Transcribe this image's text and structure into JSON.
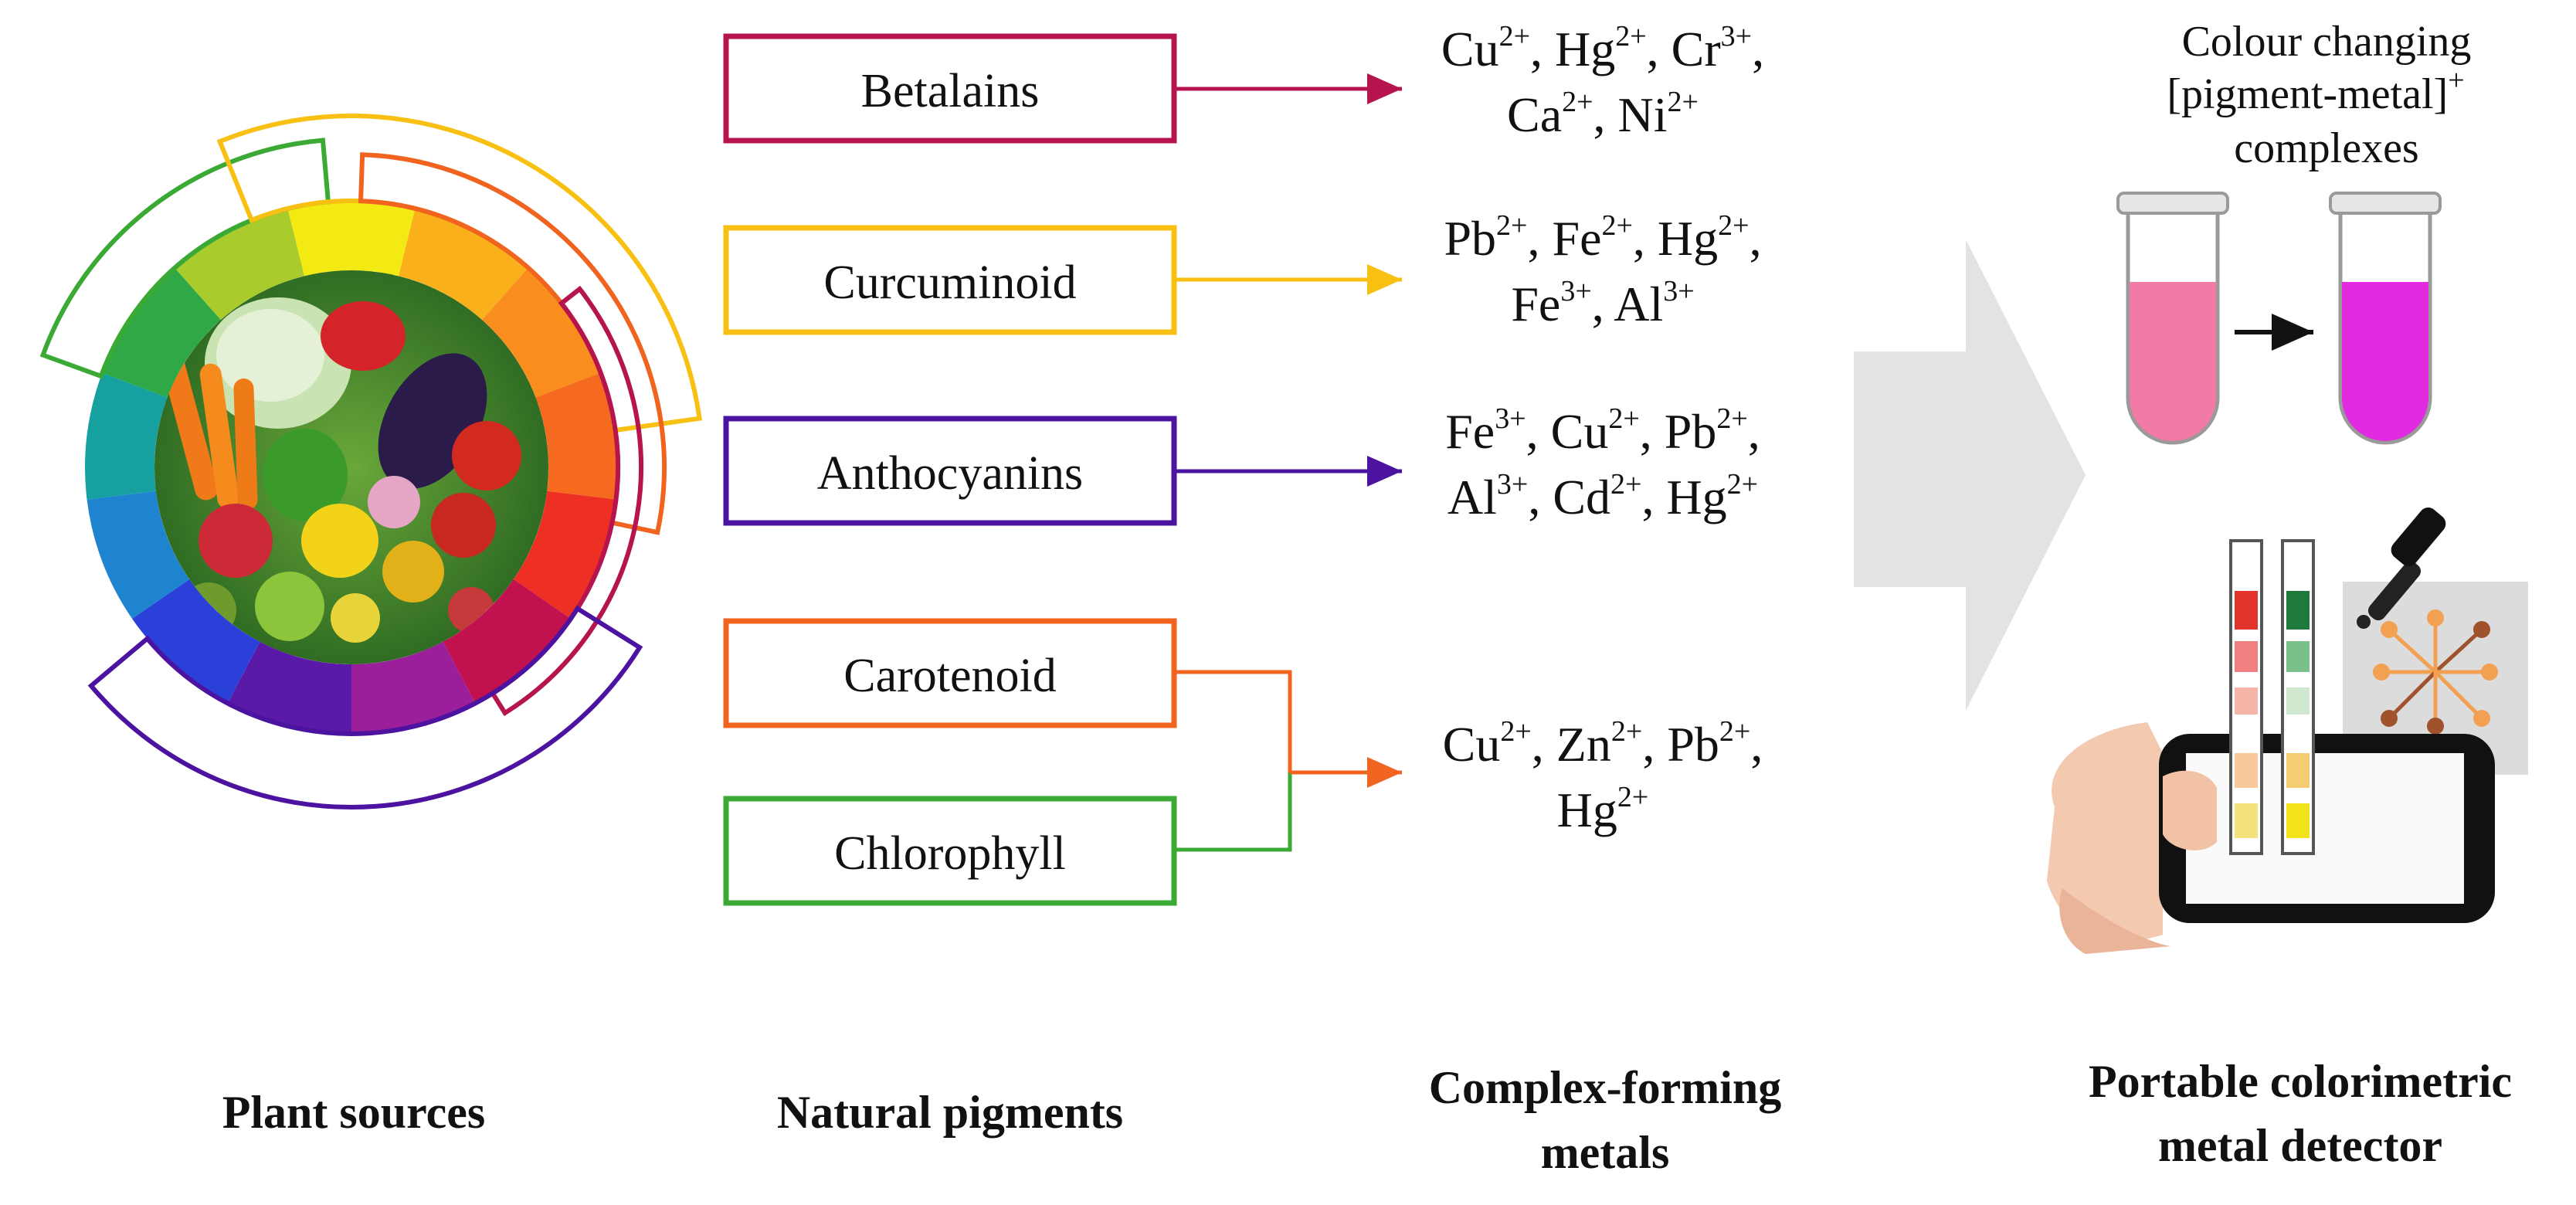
{
  "colors": {
    "betalains": "#b5144f",
    "curcuminoid": "#f7c012",
    "anthocyanins": "#4b13a0",
    "carotenoid": "#f06420",
    "chlorophyll": "#3aaa35",
    "big_arrow": "#e3e3e3"
  },
  "pigments": [
    {
      "label": "Betalains",
      "color_key": "betalains"
    },
    {
      "label": "Curcuminoid",
      "color_key": "curcuminoid"
    },
    {
      "label": "Anthocyanins",
      "color_key": "anthocyanins"
    },
    {
      "label": "Carotenoid",
      "color_key": "carotenoid"
    },
    {
      "label": "Chlorophyll",
      "color_key": "chlorophyll"
    }
  ],
  "metal_groups": [
    {
      "line1": [
        [
          "Cu",
          "2+"
        ],
        [
          "Hg",
          "2+"
        ],
        [
          "Cr",
          "3+"
        ]
      ],
      "line2": [
        [
          "Ca",
          "2+"
        ],
        [
          "Ni",
          "2+"
        ]
      ]
    },
    {
      "line1": [
        [
          "Pb",
          "2+"
        ],
        [
          "Fe",
          "2+"
        ],
        [
          "Hg",
          "2+"
        ]
      ],
      "line2": [
        [
          "Fe",
          "3+"
        ],
        [
          "Al",
          "3+"
        ]
      ]
    },
    {
      "line1": [
        [
          "Fe",
          "3+"
        ],
        [
          "Cu",
          "2+"
        ],
        [
          "Pb",
          "2+"
        ]
      ],
      "line2": [
        [
          "Al",
          "3+"
        ],
        [
          "Cd",
          "2+"
        ],
        [
          "Hg",
          "2+"
        ]
      ]
    },
    {
      "line1": [
        [
          "Cu",
          "2+"
        ],
        [
          "Zn",
          "2+"
        ],
        [
          "Pb",
          "2+"
        ]
      ],
      "line2": [
        [
          "Hg",
          "2+"
        ]
      ]
    }
  ],
  "detector": {
    "title_line1": "Colour changing",
    "title_line2_main": "[pigment-metal]",
    "title_line2_sup": "+",
    "title_line3": "complexes"
  },
  "captions": {
    "plant_sources": "Plant sources",
    "natural_pigments": "Natural pigments",
    "complex_forming_1": "Complex-forming",
    "complex_forming_2": "metals",
    "detector_1": "Portable colorimetric",
    "detector_2": "metal detector"
  },
  "wheel_colors": [
    "#f2ea12",
    "#f9b01a",
    "#f98d1d",
    "#f66a1f",
    "#ee2f24",
    "#c1114e",
    "#9b1e9b",
    "#5b19a8",
    "#2a40d8",
    "#1f84d0",
    "#16a0a0",
    "#2fa845",
    "#a9cc2c"
  ]
}
